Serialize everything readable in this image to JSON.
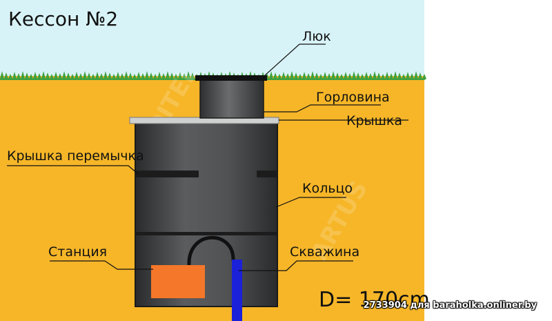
{
  "title": "Кессон №2",
  "labels": {
    "hatch": "Люк",
    "neck": "Горловина",
    "lid": "Крышка",
    "lid_partition": "Крышка перемычка",
    "ring": "Кольцо",
    "station": "Станция",
    "well": "Скважина"
  },
  "diameter": "D= 170cm",
  "watermark": "2733904 для baraholka.onliner.by",
  "colors": {
    "sky": "#d8f3f7",
    "soil": "#f6b628",
    "grass": "#3fa03f",
    "caisson": "#505254",
    "lid": "#cfd0d0",
    "station": "#f4772a",
    "pipe": "#1b21d8"
  }
}
